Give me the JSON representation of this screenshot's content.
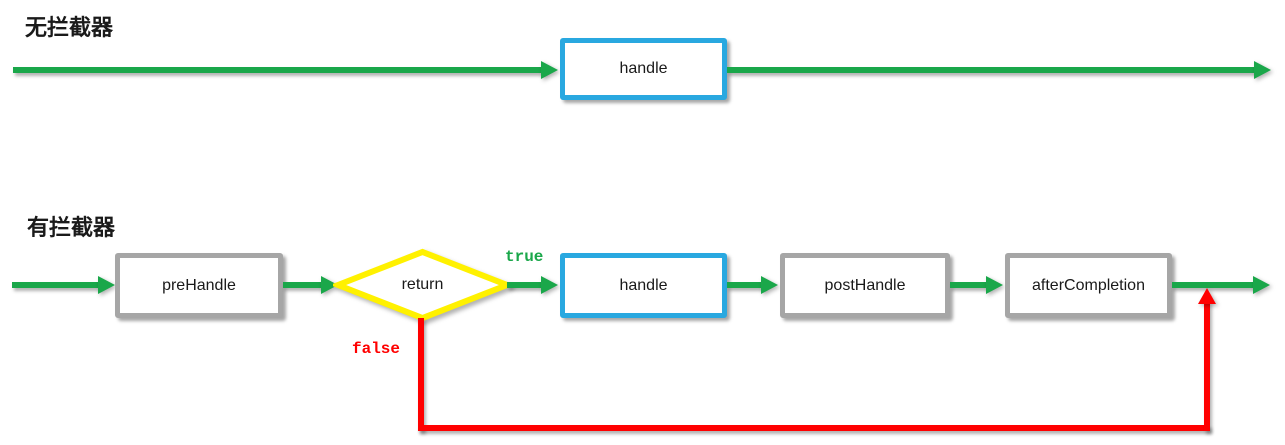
{
  "diagram": {
    "type": "flowchart",
    "topic": "interceptor request flow",
    "section1": {
      "title": "无拦截器",
      "node_handle": "handle"
    },
    "section2": {
      "title": "有拦截器",
      "node_prehandle": "preHandle",
      "node_return": "return",
      "label_true": "true",
      "label_false": "false",
      "node_handle": "handle",
      "node_posthandle": "postHandle",
      "node_aftercompletion": "afterCompletion"
    },
    "colors": {
      "flow_arrow_green": "#1aa74a",
      "handler_box_blue": "#29a8e0",
      "interceptor_box_gray": "#a6a6a6",
      "decision_diamond_yellow": "#fff100",
      "false_path_red": "#ff0000",
      "text_black": "#1a1a1a",
      "background": "#ffffff"
    }
  }
}
